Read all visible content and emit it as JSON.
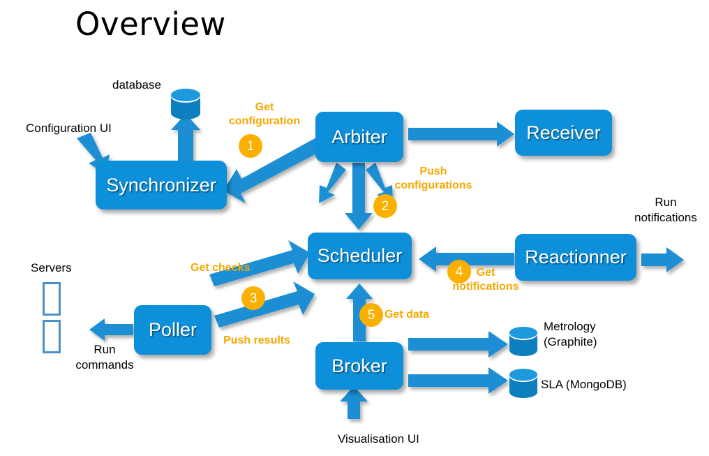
{
  "page": {
    "title": "Overview",
    "background": "#ffffff"
  },
  "colors": {
    "node_fill": "#0d8fd9",
    "arrow": "#1b8fd4",
    "badge": "#fbb000",
    "step_text": "#f5a800",
    "caption_text": "#000000",
    "node_text": "#ffffff",
    "cylinder_body": "#0d7fbf",
    "cylinder_top": "#1d9ade",
    "server_outline": "#4a90c9"
  },
  "nodes": [
    {
      "id": "synchronizer",
      "label": "Synchronizer"
    },
    {
      "id": "arbiter",
      "label": "Arbiter"
    },
    {
      "id": "receiver",
      "label": "Receiver"
    },
    {
      "id": "scheduler",
      "label": "Scheduler"
    },
    {
      "id": "reactionner",
      "label": "Reactionner"
    },
    {
      "id": "poller",
      "label": "Poller"
    },
    {
      "id": "broker",
      "label": "Broker"
    }
  ],
  "captions": {
    "database": "database",
    "configuration_ui": "Configuration  UI",
    "servers": "Servers",
    "run_commands_line1": "Run",
    "run_commands_line2": "commands",
    "run_notifications_line1": "Run",
    "run_notifications_line2": "notifications",
    "metrology_line1": "Metrology",
    "metrology_line2": "(Graphite)",
    "sla": "SLA (MongoDB)",
    "visualisation_ui": "Visualisation UI"
  },
  "steps": [
    {
      "number": "1",
      "label_line1": "Get",
      "label_line2": "configuration"
    },
    {
      "number": "2",
      "label_line1": "Push",
      "label_line2": "configurations"
    },
    {
      "number": "3",
      "label_top": "Get checks",
      "label_bottom": "Push  results"
    },
    {
      "number": "4",
      "label_line1": "Get",
      "label_line2": "notifications"
    },
    {
      "number": "5",
      "label_line1": "Get data"
    }
  ],
  "icons": {
    "database_top": "database-cylinder-icon",
    "metrology_db": "database-cylinder-icon",
    "sla_db": "database-cylinder-icon",
    "server_rack": "server-rack-icon"
  }
}
